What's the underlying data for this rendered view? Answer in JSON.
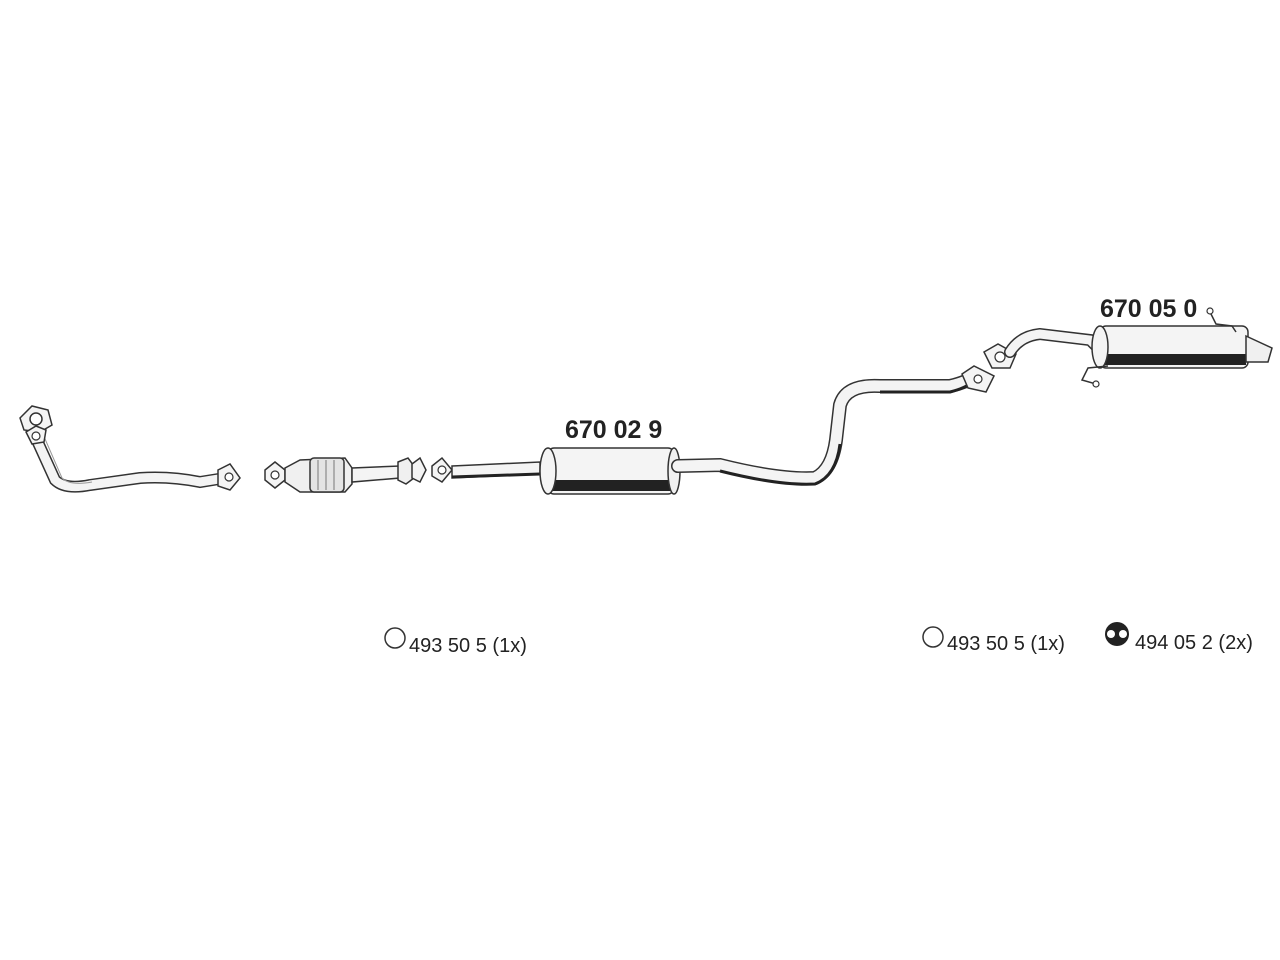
{
  "parts": {
    "middle_muffler": {
      "number": "670 02 9"
    },
    "rear_muffler": {
      "number": "670 05 0"
    }
  },
  "accessories": [
    {
      "icon": "ring-gasket-icon",
      "text": "493 50 5 (1x)"
    },
    {
      "icon": "ring-gasket-icon",
      "text": "493 50 5 (1x)"
    },
    {
      "icon": "rubber-hanger-icon",
      "text": "494 05 2 (2x)"
    }
  ],
  "colors": {
    "pipe_fill": "#f4f4f4",
    "outline": "#333333",
    "shadow": "#222222",
    "text": "#222222"
  }
}
